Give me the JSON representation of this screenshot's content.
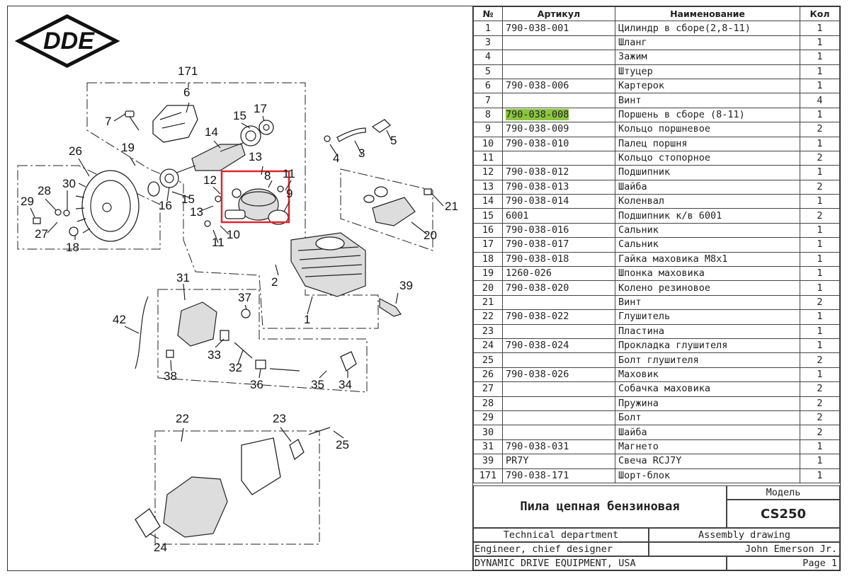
{
  "logo": {
    "text": "DDE"
  },
  "table": {
    "headers": {
      "num": "№",
      "article": "Артикул",
      "name": "Наименование",
      "qty": "Кол"
    },
    "highlight_color": "#8cc63f",
    "rows": [
      {
        "num": "1",
        "article": "790-038-001",
        "name": "Цилиндр в сборе(2,8-11)",
        "qty": "1",
        "highlight": false
      },
      {
        "num": "3",
        "article": "",
        "name": "Шланг",
        "qty": "1",
        "highlight": false
      },
      {
        "num": "4",
        "article": "",
        "name": "Зажим",
        "qty": "1",
        "highlight": false
      },
      {
        "num": "5",
        "article": "",
        "name": "Штуцер",
        "qty": "1",
        "highlight": false
      },
      {
        "num": "6",
        "article": "790-038-006",
        "name": "Картерок",
        "qty": "1",
        "highlight": false
      },
      {
        "num": "7",
        "article": "",
        "name": "Винт",
        "qty": "4",
        "highlight": false
      },
      {
        "num": "8",
        "article": "790-038-008",
        "name": "Поршень в сборе (8-11)",
        "qty": "1",
        "highlight": true
      },
      {
        "num": "9",
        "article": "790-038-009",
        "name": "Кольцо поршневое",
        "qty": "2",
        "highlight": false
      },
      {
        "num": "10",
        "article": "790-038-010",
        "name": "Палец поршня",
        "qty": "1",
        "highlight": false
      },
      {
        "num": "11",
        "article": "",
        "name": "Кольцо стопорное",
        "qty": "2",
        "highlight": false
      },
      {
        "num": "12",
        "article": "790-038-012",
        "name": "Подшипник",
        "qty": "1",
        "highlight": false
      },
      {
        "num": "13",
        "article": "790-038-013",
        "name": "Шайба",
        "qty": "2",
        "highlight": false
      },
      {
        "num": "14",
        "article": "790-038-014",
        "name": "Коленвал",
        "qty": "1",
        "highlight": false
      },
      {
        "num": "15",
        "article": "6001",
        "name": "Подшипник к/в 6001",
        "qty": "2",
        "highlight": false
      },
      {
        "num": "16",
        "article": "790-038-016",
        "name": "Сальник",
        "qty": "1",
        "highlight": false
      },
      {
        "num": "17",
        "article": "790-038-017",
        "name": "Сальник",
        "qty": "1",
        "highlight": false
      },
      {
        "num": "18",
        "article": "790-038-018",
        "name": "Гайка маховика М8х1",
        "qty": "1",
        "highlight": false
      },
      {
        "num": "19",
        "article": "1260-026",
        "name": "Шпонка маховика",
        "qty": "1",
        "highlight": false
      },
      {
        "num": "20",
        "article": "790-038-020",
        "name": "Колено резиновое",
        "qty": "1",
        "highlight": false
      },
      {
        "num": "21",
        "article": "",
        "name": "Винт",
        "qty": "2",
        "highlight": false
      },
      {
        "num": "22",
        "article": "790-038-022",
        "name": "Глушитель",
        "qty": "1",
        "highlight": false
      },
      {
        "num": "23",
        "article": "",
        "name": "Пластина",
        "qty": "1",
        "highlight": false
      },
      {
        "num": "24",
        "article": "790-038-024",
        "name": "Прокладка глушителя",
        "qty": "1",
        "highlight": false
      },
      {
        "num": "25",
        "article": "",
        "name": "Болт глушителя",
        "qty": "2",
        "highlight": false
      },
      {
        "num": "26",
        "article": "790-038-026",
        "name": "Маховик",
        "qty": "1",
        "highlight": false
      },
      {
        "num": "27",
        "article": "",
        "name": "Собачка маховика",
        "qty": "2",
        "highlight": false
      },
      {
        "num": "28",
        "article": "",
        "name": "Пружина",
        "qty": "2",
        "highlight": false
      },
      {
        "num": "29",
        "article": "",
        "name": "Болт",
        "qty": "2",
        "highlight": false
      },
      {
        "num": "30",
        "article": "",
        "name": "Шайба",
        "qty": "2",
        "highlight": false
      },
      {
        "num": "31",
        "article": "790-038-031",
        "name": "Магнето",
        "qty": "1",
        "highlight": false
      },
      {
        "num": "39",
        "article": "PR7Y",
        "name": "Свеча RCJ7Y",
        "qty": "1",
        "highlight": false
      },
      {
        "num": "171",
        "article": "790-038-171",
        "name": "Шорт-блок",
        "qty": "1",
        "highlight": false
      }
    ]
  },
  "title_block": {
    "model_label": "Модель",
    "product_name": "Пила цепная бензиновая",
    "model": "CS250",
    "department": "Technical department",
    "drawing_type": "Assembly drawing",
    "role": "Engineer, chief designer",
    "engineer": "John Emerson Jr.",
    "company": "DYNAMIC DRIVE EQUIPMENT, USA",
    "page": "Page 1"
  },
  "drawing": {
    "highlight_box_color": "#e0262b",
    "callouts": [
      "171",
      "6",
      "7",
      "15",
      "17",
      "14",
      "19",
      "26",
      "5",
      "4",
      "3",
      "13",
      "8",
      "11",
      "12",
      "30",
      "28",
      "29",
      "27",
      "16",
      "15",
      "13",
      "9",
      "21",
      "18",
      "10",
      "11",
      "20",
      "2",
      "31",
      "37",
      "39",
      "42",
      "1",
      "33",
      "32",
      "38",
      "36",
      "35",
      "34",
      "22",
      "23",
      "25",
      "24"
    ]
  }
}
